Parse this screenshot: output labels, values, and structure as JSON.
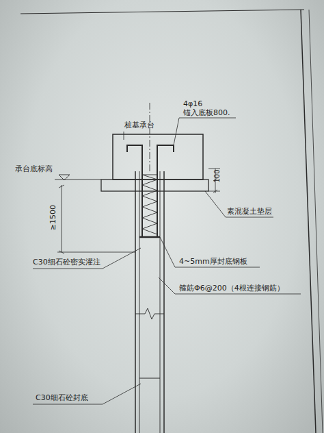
{
  "diagram": {
    "labels": [
      "桩基承台",
      "4φ16",
      "锚入底板800.",
      "承台底标高",
      "100",
      "≥1500",
      "素混凝土垫层",
      "C30细石砼密实灌注",
      "4~5mm厚封底钢板",
      "箍筋Φ6@200（4根连接钢筋）",
      "C30细石砼封底"
    ]
  }
}
